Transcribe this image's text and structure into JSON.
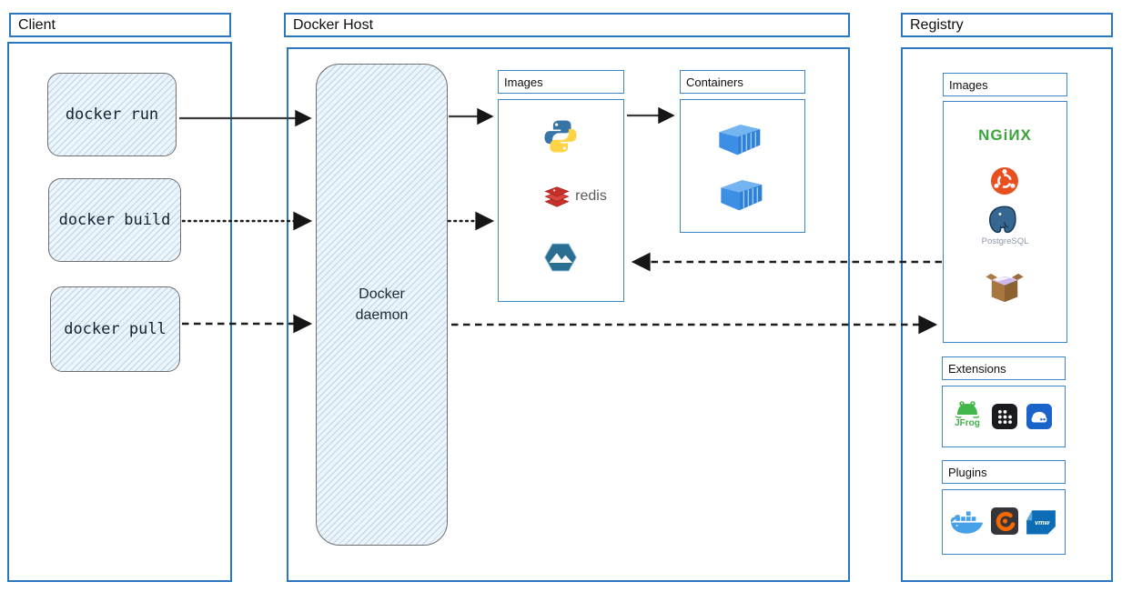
{
  "client": {
    "title": "Client",
    "commands": [
      {
        "label": "docker run"
      },
      {
        "label": "docker build"
      },
      {
        "label": "docker pull"
      }
    ]
  },
  "docker_host": {
    "title": "Docker Host",
    "daemon_label": "Docker daemon",
    "images": {
      "title": "Images",
      "items": [
        {
          "name": "python-icon"
        },
        {
          "name": "redis-icon",
          "label": "redis"
        },
        {
          "name": "alpine-icon"
        }
      ]
    },
    "containers": {
      "title": "Containers",
      "items": [
        {
          "name": "container-icon"
        },
        {
          "name": "container-icon"
        }
      ]
    }
  },
  "registry": {
    "title": "Registry",
    "images": {
      "title": "Images",
      "items": [
        {
          "name": "nginx-logo",
          "label": "NGiИX"
        },
        {
          "name": "ubuntu-icon"
        },
        {
          "name": "postgresql-icon",
          "label": "PostgreSQL"
        },
        {
          "name": "package-box-icon"
        }
      ]
    },
    "extensions": {
      "title": "Extensions",
      "items": [
        {
          "name": "jfrog-icon",
          "label": "JFrog"
        },
        {
          "name": "app-grid-icon"
        },
        {
          "name": "disk-drive-icon"
        }
      ]
    },
    "plugins": {
      "title": "Plugins",
      "items": [
        {
          "name": "docker-whale-icon"
        },
        {
          "name": "grafana-icon"
        },
        {
          "name": "vmware-icon",
          "label": "vmw"
        }
      ]
    }
  },
  "arrows": [
    {
      "from": "docker-run",
      "to": "docker-daemon",
      "style": "solid"
    },
    {
      "from": "docker-build",
      "to": "docker-daemon",
      "style": "dotted"
    },
    {
      "from": "docker-pull",
      "to": "docker-daemon",
      "style": "dashed"
    },
    {
      "from": "docker-daemon",
      "to": "host-images",
      "style": "solid"
    },
    {
      "from": "docker-daemon",
      "to": "host-images",
      "style": "dotted"
    },
    {
      "from": "host-images",
      "to": "containers",
      "style": "solid"
    },
    {
      "from": "registry-images",
      "to": "host-images",
      "style": "dashed"
    },
    {
      "from": "docker-daemon",
      "to": "registry-images",
      "style": "dashed"
    }
  ],
  "colors": {
    "box_border_blue": "#2b77c2",
    "nginx_green": "#3da43c",
    "redis_red": "#c6302b",
    "ubuntu_orange": "#e8501f",
    "docker_blue": "#2496ed",
    "grafana_orange": "#f46800",
    "jfrog_green": "#43b649"
  }
}
